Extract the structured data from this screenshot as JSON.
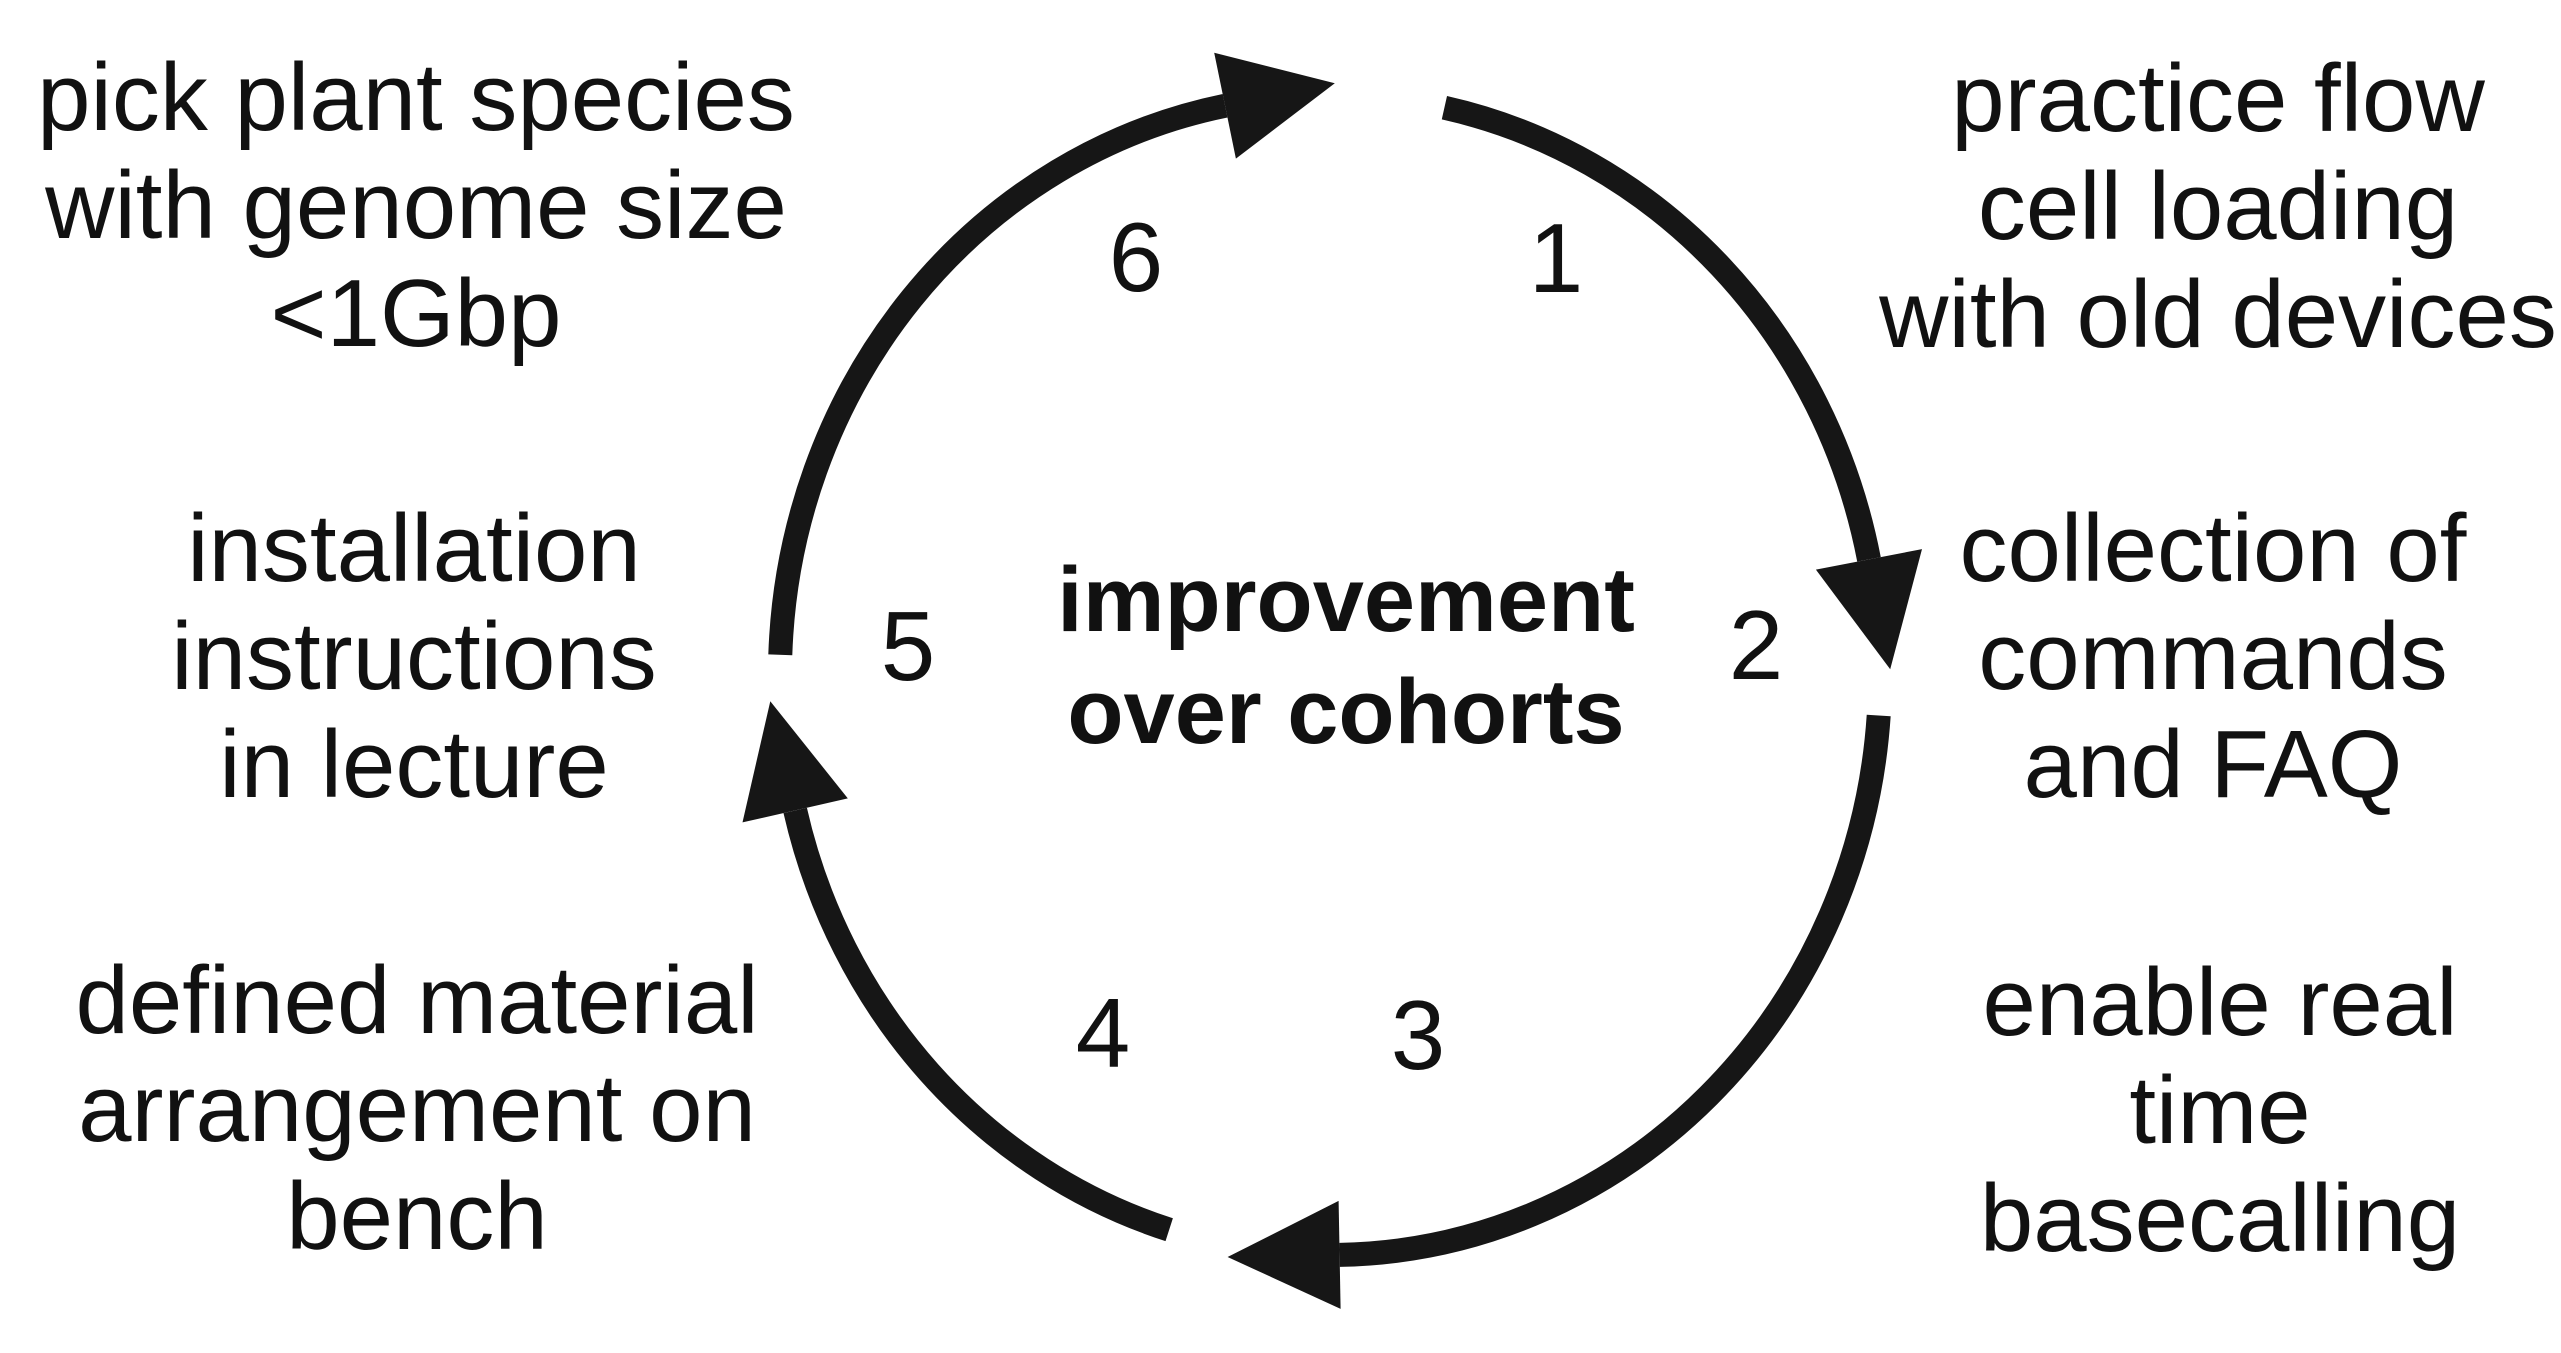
{
  "diagram": {
    "center": {
      "lines": [
        "improvement",
        "over cohorts"
      ]
    },
    "steps": [
      {
        "number": "1",
        "lines": [
          "practice flow",
          "cell loading",
          "with old devices"
        ]
      },
      {
        "number": "2",
        "lines": [
          "collection of",
          "commands",
          "and FAQ"
        ]
      },
      {
        "number": "3",
        "lines": [
          "enable real",
          "time",
          "basecalling"
        ]
      },
      {
        "number": "4",
        "lines": [
          "defined material",
          "arrangement on",
          "bench"
        ]
      },
      {
        "number": "5",
        "lines": [
          "installation",
          "instructions",
          "in lecture"
        ]
      },
      {
        "number": "6",
        "lines": [
          "pick plant species",
          "with genome size",
          "<1Gbp"
        ]
      }
    ],
    "colors": {
      "ink": "#161616"
    }
  }
}
